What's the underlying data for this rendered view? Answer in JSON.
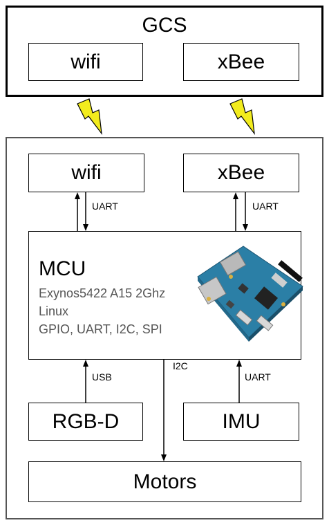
{
  "gcs": {
    "title": "GCS",
    "wifi": "wifi",
    "xbee": "xBee"
  },
  "drone": {
    "wifi": "wifi",
    "xbee": "xBee",
    "links": {
      "wifi_mcu": "UART",
      "xbee_mcu": "UART",
      "rgbd_mcu": "USB",
      "mcu_motors": "I2C",
      "imu_mcu": "UART"
    },
    "mcu": {
      "title": "MCU",
      "specs": [
        "Exynos5422 A15 2Ghz",
        "Linux",
        "GPIO, UART, I2C, SPI"
      ]
    },
    "rgbd": "RGB-D",
    "imu": "IMU",
    "motors": "Motors"
  }
}
